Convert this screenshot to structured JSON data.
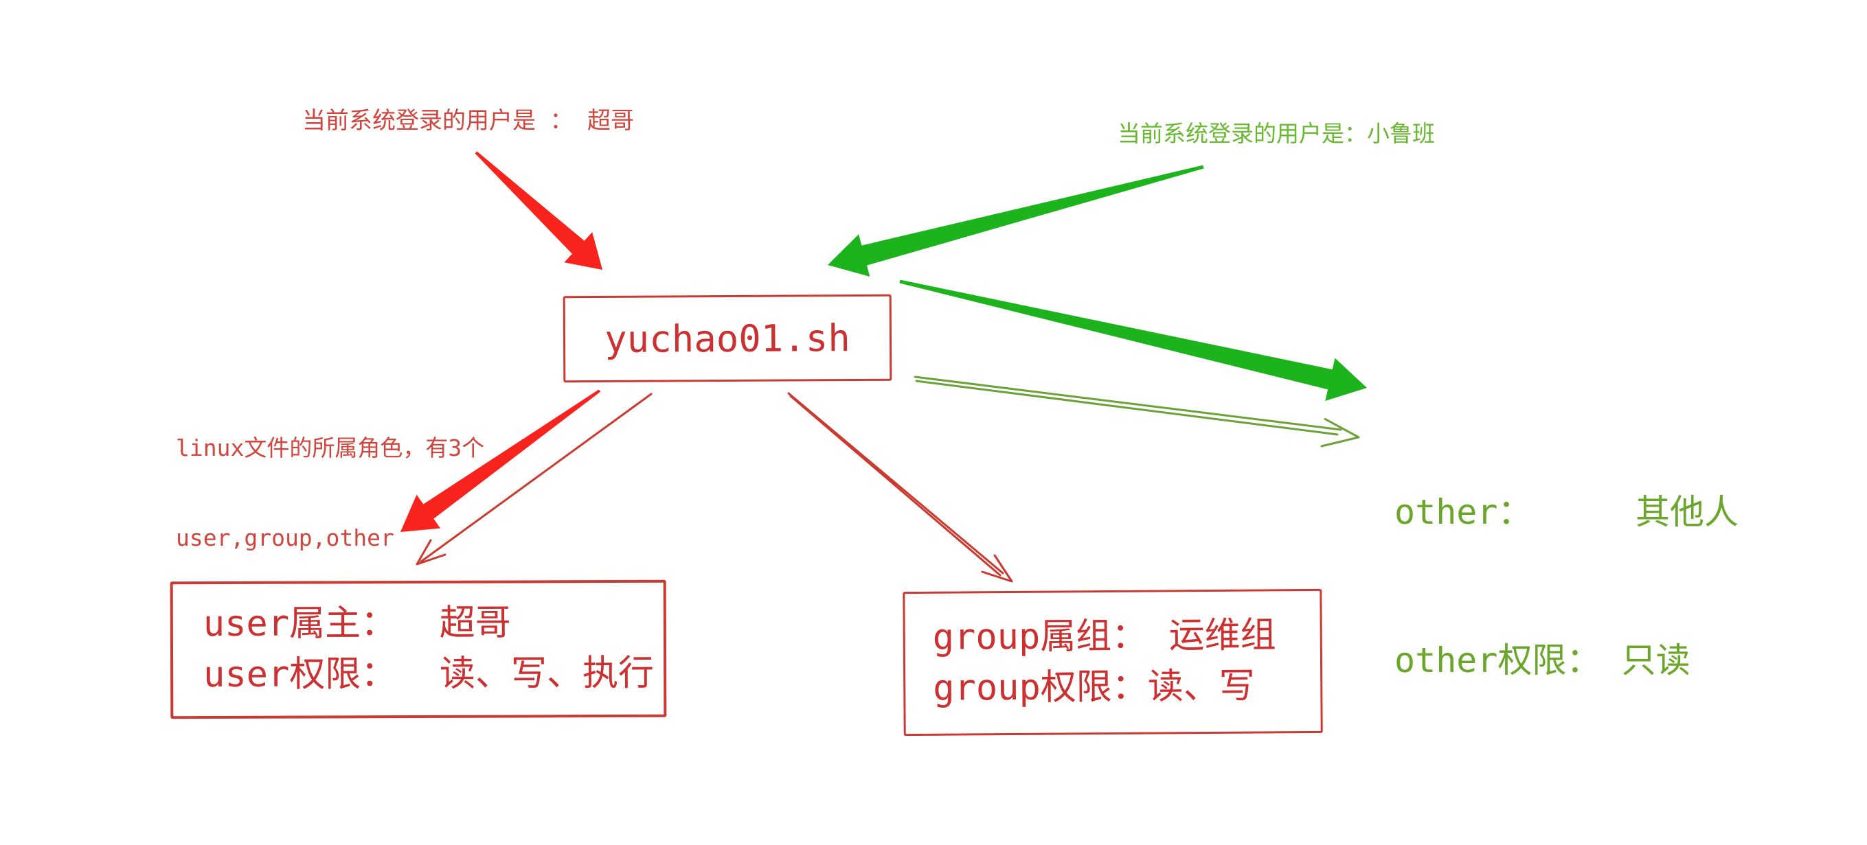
{
  "colors": {
    "background": "#ffffff",
    "red_bright_arrow": "#f8231c",
    "red_text": "#cc3030",
    "red_border": "#c93a34",
    "red_note": "#d0453e",
    "red_thin_arrow": "#ca3a30",
    "green_bright_arrow": "#1db31d",
    "green_label": "#68b931",
    "green_text": "#6aa629",
    "green_thin_arrow": "#6ba237"
  },
  "notes": {
    "current_user_red": "当前系统登录的用户是 ： 超哥",
    "current_user_green": "当前系统登录的用户是：小鲁班",
    "file_roles_line1": "linux文件的所属角色，有3个",
    "file_roles_line2": "user,group,other"
  },
  "file_box": {
    "name": "yuchao01.sh"
  },
  "user_box": {
    "line1": "user属主：  超哥",
    "line2": "user权限：  读、写、执行"
  },
  "group_box": {
    "line1": "group属组： 运维组",
    "line2": "group权限：读、写"
  },
  "other_block": {
    "line1": "other：     其他人",
    "line2": "other权限： 只读"
  }
}
